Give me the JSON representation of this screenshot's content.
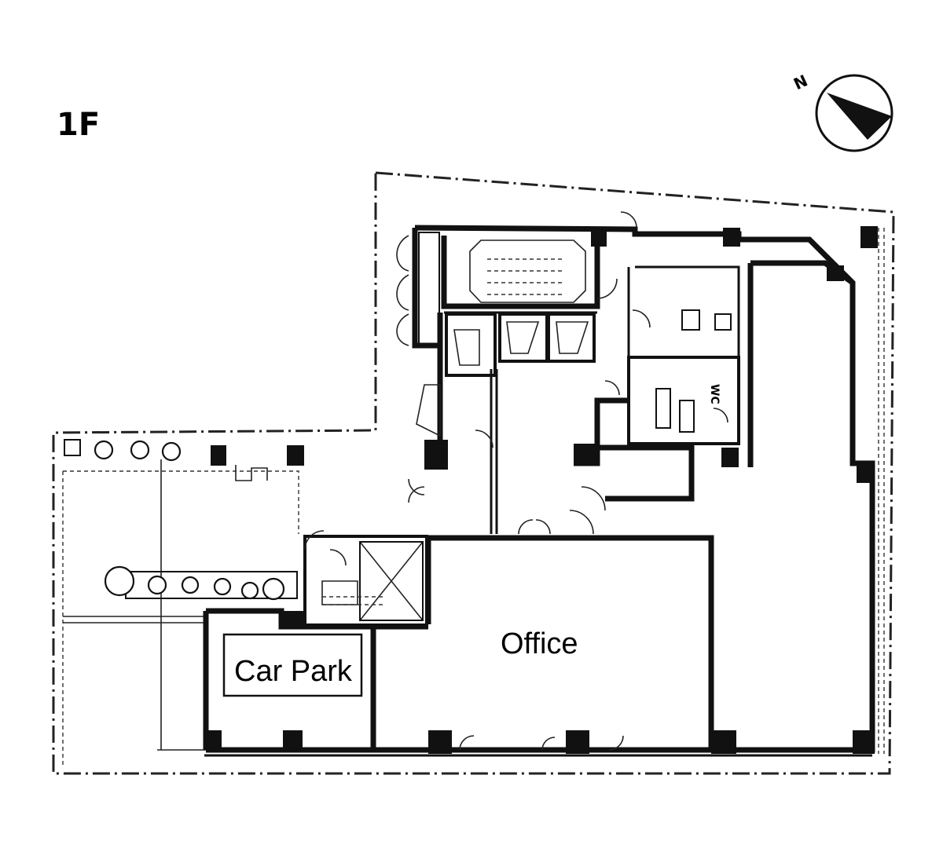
{
  "floor": {
    "label": "1F"
  },
  "north_arrow": {
    "label": "N"
  },
  "rooms": {
    "office": "Office",
    "car_park": "Car Park",
    "wc": "WC"
  }
}
